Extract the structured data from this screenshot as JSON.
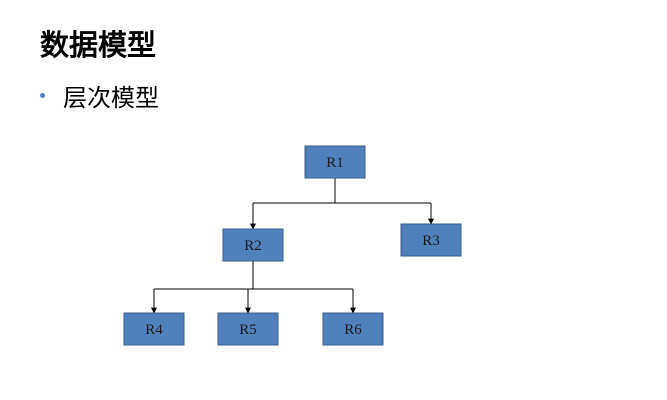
{
  "slide": {
    "title": "数据模型",
    "bullet": "层次模型"
  },
  "colors": {
    "node_fill": "#4f81bd",
    "node_border": "#385d8a",
    "bullet": "#4f81bd"
  },
  "tree": {
    "nodes": [
      {
        "id": "R1",
        "label": "R1"
      },
      {
        "id": "R2",
        "label": "R2"
      },
      {
        "id": "R3",
        "label": "R3"
      },
      {
        "id": "R4",
        "label": "R4"
      },
      {
        "id": "R5",
        "label": "R5"
      },
      {
        "id": "R6",
        "label": "R6"
      }
    ],
    "edges": [
      {
        "from": "R1",
        "to": "R2"
      },
      {
        "from": "R1",
        "to": "R3"
      },
      {
        "from": "R2",
        "to": "R4"
      },
      {
        "from": "R2",
        "to": "R5"
      },
      {
        "from": "R2",
        "to": "R6"
      }
    ]
  }
}
